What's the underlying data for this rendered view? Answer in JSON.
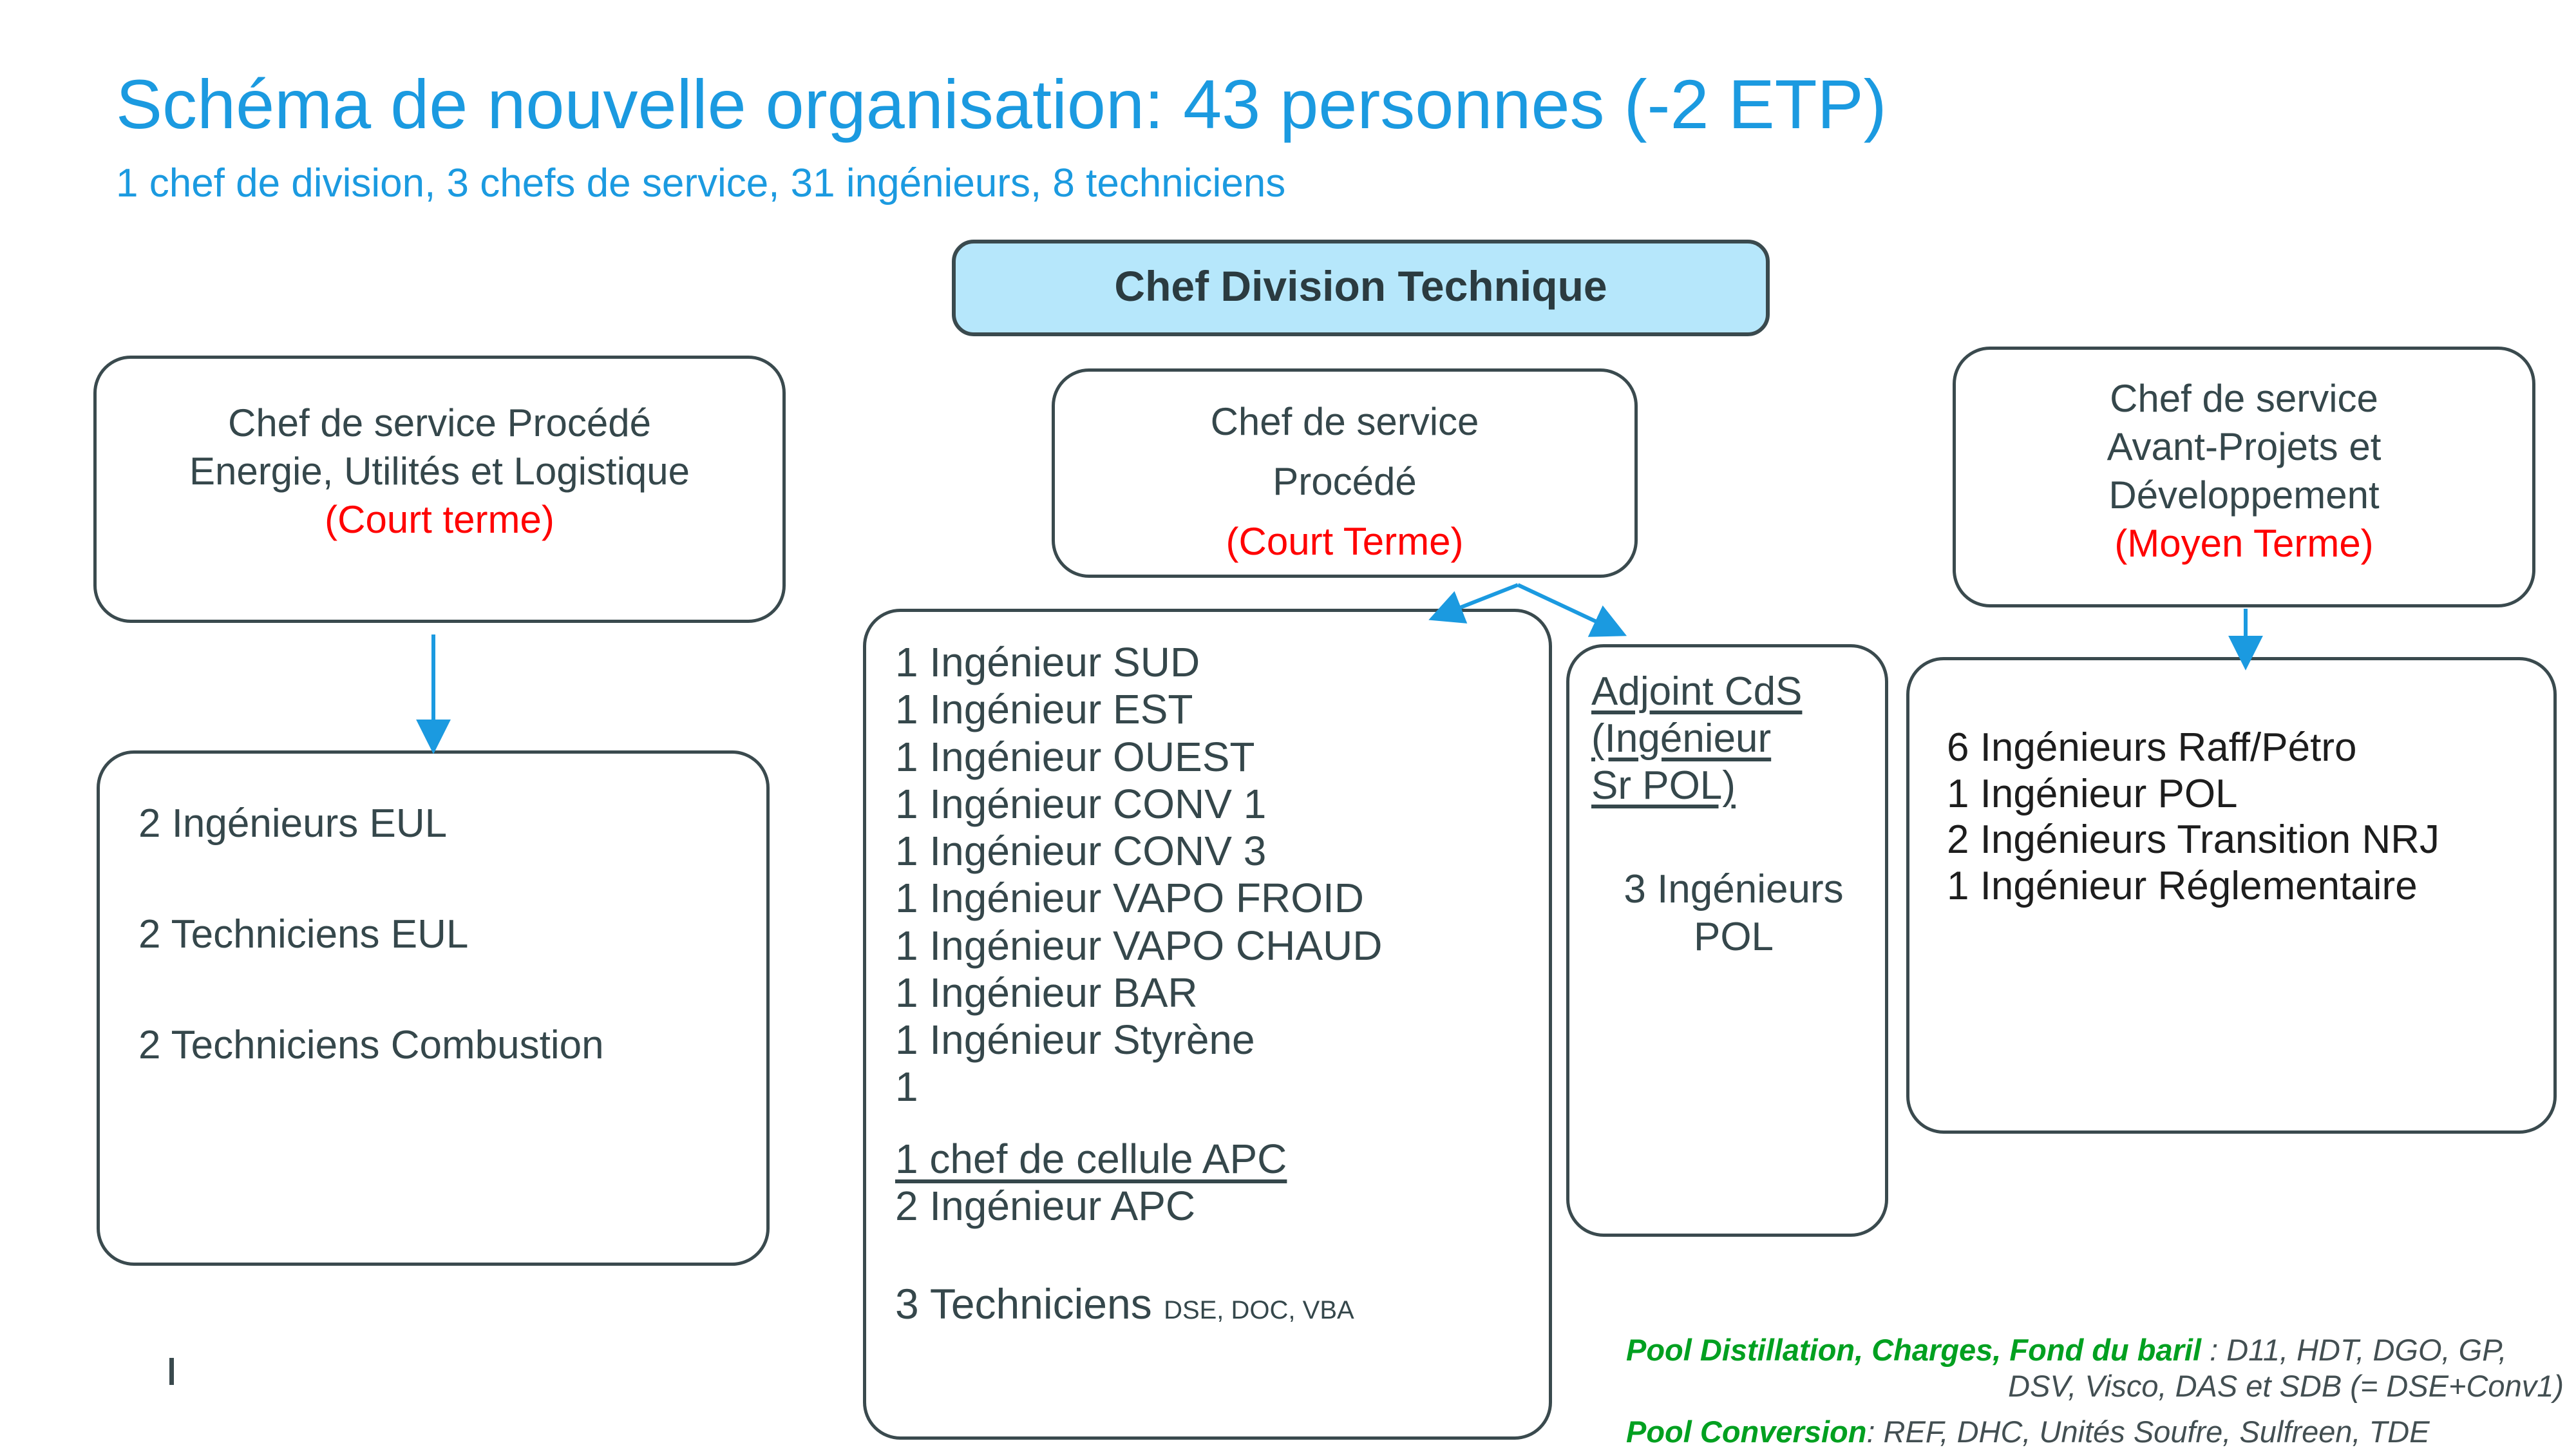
{
  "title": "Schéma de nouvelle organisation: 43 personnes (-2 ETP)",
  "subtitle": "1 chef de division, 3 chefs de service, 31 ingénieurs, 8 techniciens",
  "header_box": {
    "label": "Chef Division Technique",
    "fill": "#b6e7fb"
  },
  "service_left": {
    "line1": "Chef de service Procédé",
    "line2": "Energie, Utilités et Logistique",
    "term": "(Court terme)"
  },
  "service_mid": {
    "line1": "Chef de service",
    "line2": "Procédé",
    "term": "(Court Terme)"
  },
  "service_right": {
    "line1": "Chef de service",
    "line2": "Avant-Projets et",
    "line3": "Développement",
    "term": "(Moyen Terme)"
  },
  "team_eul": {
    "items": [
      "2 Ingénieurs EUL",
      "2 Techniciens EUL",
      "2 Techniciens Combustion"
    ]
  },
  "team_procede": {
    "engineers": [
      "1 Ingénieur SUD",
      "1 Ingénieur EST",
      "1 Ingénieur OUEST",
      "1 Ingénieur CONV 1",
      "1 Ingénieur CONV 3",
      "1 Ingénieur VAPO FROID",
      "1 Ingénieur VAPO CHAUD",
      "1 Ingénieur BAR",
      "1 Ingénieur Styrène",
      "1"
    ],
    "apc_chief": "1 chef de cellule APC",
    "apc_engineers": "2 Ingénieur APC",
    "technicians_count": "3 Techniciens",
    "technicians_detail": "DSE, DOC, VBA"
  },
  "team_adjoint": {
    "line1": "Adjoint CdS",
    "line2": "(Ingénieur",
    "line3": "Sr POL)",
    "pol_line1": "3 Ingénieurs",
    "pol_line2": "POL"
  },
  "team_avant_projets": {
    "items": [
      "6 Ingénieurs Raff/Pétro",
      "1 Ingénieur POL",
      "2 Ingénieurs Transition NRJ",
      "1 Ingénieur Réglementaire"
    ]
  },
  "footnotes": {
    "pool_distillation_label": "Pool Distillation, Charges, Fond du baril",
    "pool_distillation_value": " : D11, HDT, DGO, GP,",
    "pool_distillation_line2": "DSV, Visco, DAS et SDB (= DSE+Conv1)",
    "pool_conversion_label": "Pool Conversion",
    "pool_conversion_value": ": REF, DHC, Unités Soufre, Sulfreen, TDE"
  },
  "colors": {
    "title_blue": "#1b9ae0",
    "box_stroke": "#3a4a4e",
    "term_red": "#ff0000",
    "arrow_blue": "#1b9ae0",
    "note_green": "#00a020"
  }
}
